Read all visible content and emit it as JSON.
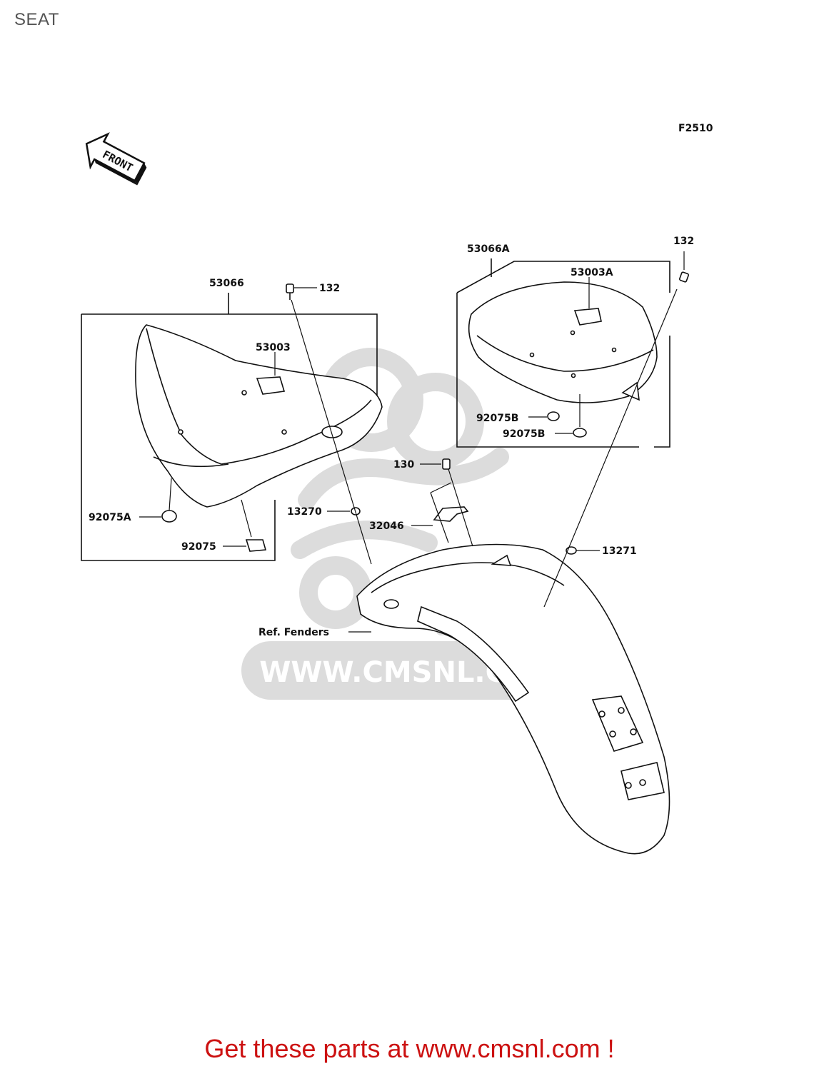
{
  "page": {
    "title": "SEAT",
    "footer": "Get these parts at www.cmsnl.com !"
  },
  "diagram": {
    "figure_code": "F2510",
    "front_label": "FRONT",
    "watermark_text": "WWW.CMSNL.COM",
    "labels": {
      "rider_seat_assy": "53066",
      "passenger_seat_assy": "53066A",
      "bolt_left": "132",
      "bolt_right": "132",
      "rider_seat_pan": "53003",
      "passenger_seat_pan": "53003A",
      "damper_b1": "92075B",
      "damper_b2": "92075B",
      "damper_a": "92075A",
      "damper": "92075",
      "bolt_130": "130",
      "nut_13270": "13270",
      "bracket_32046": "32046",
      "nut_13271": "13271",
      "ref_fenders": "Ref. Fenders"
    },
    "colors": {
      "line": "#111111",
      "watermark": "#d9d9d9",
      "footer": "#cc1111"
    }
  }
}
